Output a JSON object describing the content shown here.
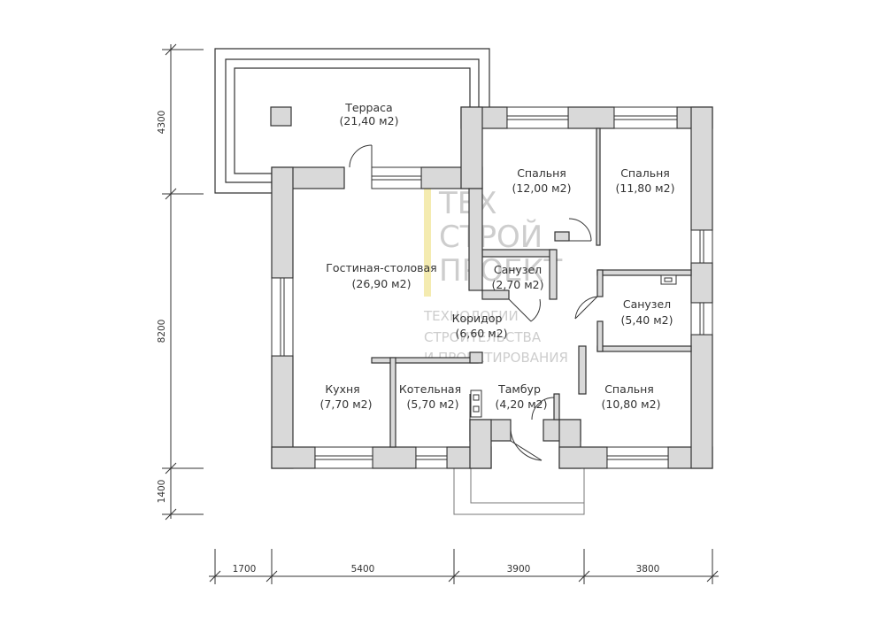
{
  "colors": {
    "wall_fill": "#d9d9d9",
    "wall_stroke": "#333333",
    "watermark_text": "#c8c8c8",
    "watermark_accent": "#f3e9a8"
  },
  "rooms": {
    "terrace": {
      "name": "Терраса",
      "area": "(21,40 м2)"
    },
    "living": {
      "name": "Гостиная-столовая",
      "area": "(26,90 м2)"
    },
    "bedroom_1": {
      "name": "Спальня",
      "area": "(12,00 м2)"
    },
    "bedroom_2": {
      "name": "Спальня",
      "area": "(11,80 м2)"
    },
    "bathroom_small": {
      "name": "Санузел",
      "area": "(2,70 м2)"
    },
    "bathroom_large": {
      "name": "Санузел",
      "area": "(5,40 м2)"
    },
    "corridor": {
      "name": "Коридор",
      "area": "(6,60 м2)"
    },
    "kitchen": {
      "name": "Кухня",
      "area": "(7,70 м2)"
    },
    "boiler": {
      "name": "Котельная",
      "area": "(5,70 м2)"
    },
    "vestibule": {
      "name": "Тамбур",
      "area": "(4,20 м2)"
    },
    "bedroom_3": {
      "name": "Спальня",
      "area": "(10,80 м2)"
    }
  },
  "dimensions": {
    "vertical": [
      "4300",
      "8200",
      "1400"
    ],
    "horizontal": [
      "1700",
      "5400",
      "3900",
      "3800"
    ]
  },
  "watermark": {
    "line1": "ТЕХ",
    "line2": "СТРОЙ",
    "line3": "ПРОЕКТ",
    "small1": "ТЕХНОЛОГИИ",
    "small2": "СТРОИТЕЛЬСТВА",
    "small3": "И ПРОЕКТИРОВАНИЯ"
  }
}
